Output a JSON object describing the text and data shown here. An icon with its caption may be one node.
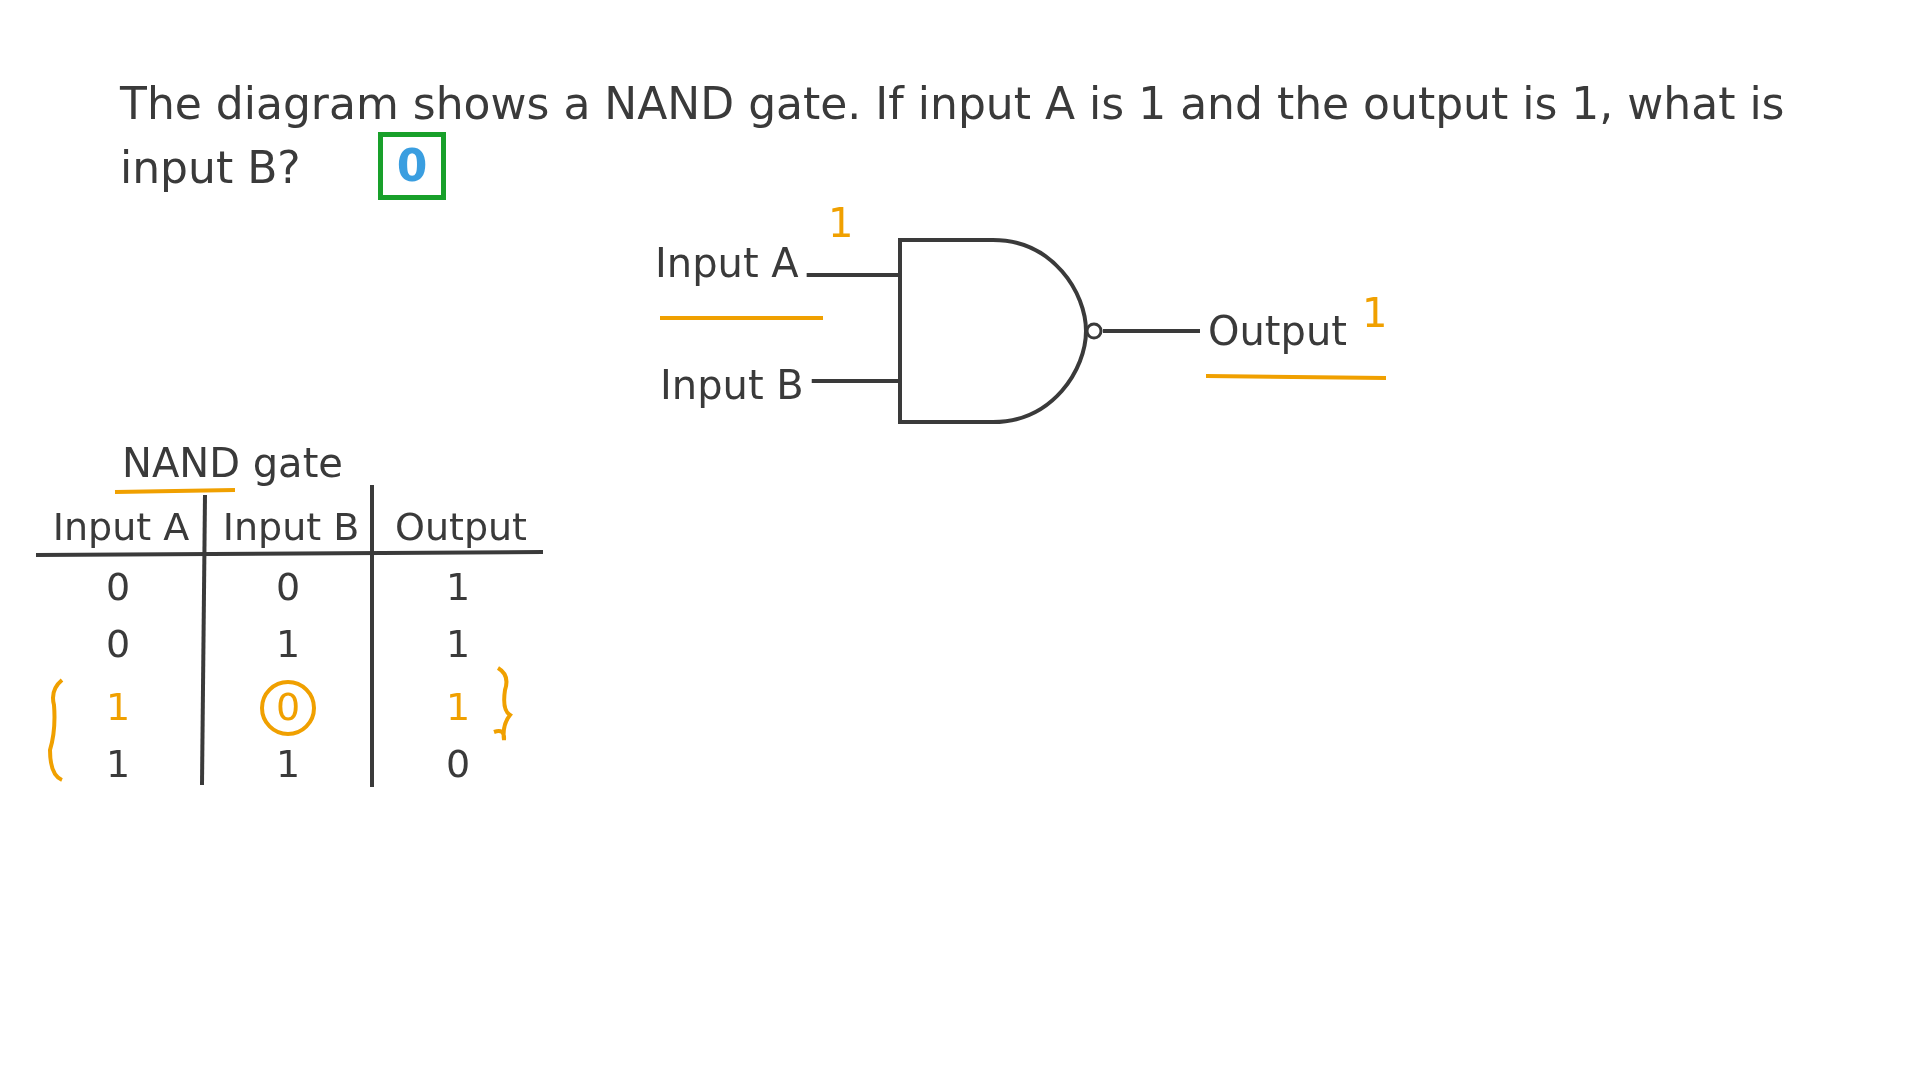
{
  "diagram": {
    "title": "The diagram shows a NAND gate. If input A is 1 and the output is 1, what is input B?",
    "nodes": [
      {
        "text": [
          "Input A"
        ],
        "beside": [
          "1"
        ]
      },
      {
        "text": [
          "Input B"
        ]
      },
      {
        "text": [],
        "shape": "picture"
      },
      {
        "text": [
          "Output"
        ],
        "beside": [
          "1"
        ]
      }
    ],
    "edges": [
      {
        "from": 0,
        "to": 2,
        "arrow": "none"
      },
      {
        "from": 1,
        "to": 2,
        "arrow": "none"
      },
      {
        "from": 2,
        "to": 3,
        "arrow": "none"
      }
    ],
    "labels": [
      "0",
      "NAND gate",
      "Input A",
      "Input B",
      "Output",
      "0",
      "0",
      "1",
      "0",
      "1",
      "1",
      "1",
      "0",
      "1",
      "1",
      "1",
      "0"
    ]
  }
}
